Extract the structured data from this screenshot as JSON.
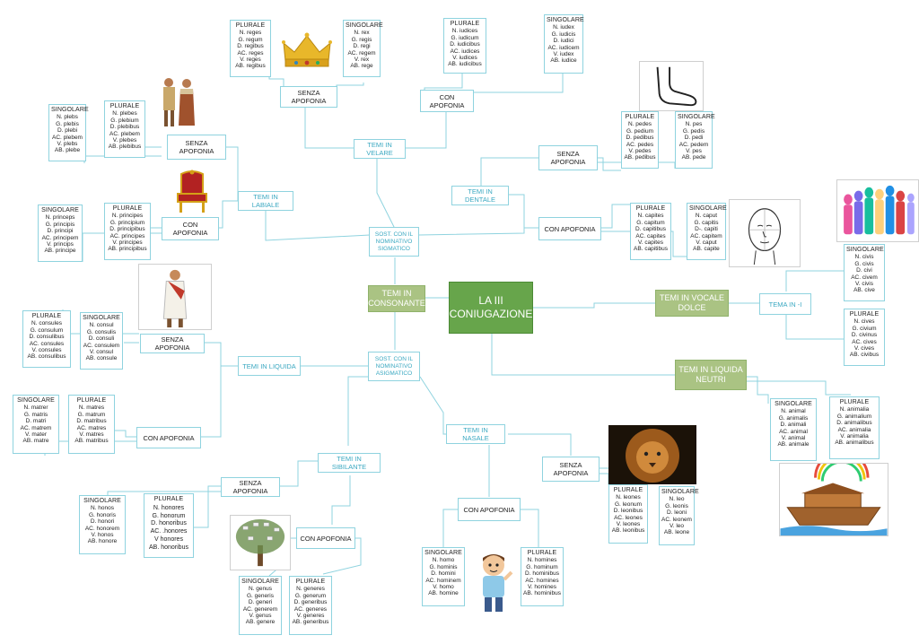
{
  "center": "LA III CONIUGAZIONE",
  "groups": {
    "consonante": "TEMI IN CONSONANTE",
    "vocale": "TEMI IN VOCALE DOLCE",
    "liquida_neutri": "TEMI IN LIQUIDA NEUTRI"
  },
  "branches": {
    "sigmatico": "SOST. CON IL NOMINATIVO SIGMATICO",
    "asigmatico": "SOST. CON IL NOMINATIVO ASIGMATICO",
    "velare": "TEMI IN VELARE",
    "labiale": "TEMI IN LABIALE",
    "dentale": "TEMI IN DENTALE",
    "liquida": "TEMI IN LIQUIDA",
    "sibilante": "TEMI IN SIBILANTE",
    "nasale": "TEMI IN NASALE",
    "temi_i": "TEMA IN -I"
  },
  "labels": {
    "senza_apofonia": "SENZA APOFONIA",
    "con_apofonia": "CON APOFONIA"
  },
  "tables": {
    "reges": {
      "head": "PLURALE",
      "rows": [
        "N.   reges",
        "G.   regum",
        "D.   regibus",
        "AC.   reges",
        "V.   reges",
        "AB.   regibus"
      ]
    },
    "rex": {
      "head": "SINGOLARE",
      "rows": [
        "N.   rex",
        "G.   regis",
        "D.   regi",
        "AC.   regem",
        "V.   rex",
        "AB.   rege"
      ]
    },
    "iudices": {
      "head": "PLURALE",
      "rows": [
        "N.   iudices",
        "G.   iudicum",
        "D.   iudicibus",
        "AC.   iudices",
        "V.   iudices",
        "AB.   iudicibus"
      ]
    },
    "iudex": {
      "head": "SINGOLARE",
      "rows": [
        "N.   iudex",
        "G.   iudicis",
        "D.   iudici",
        "AC.   iudicem",
        "V.   iudex",
        "AB.   iudice"
      ]
    },
    "plebs": {
      "head": "SINGOLARE",
      "rows": [
        "N.   plebs",
        "G.   plebis",
        "D.   plebi",
        "AC.   plebem",
        "V.   plebs",
        "AB.   plebe"
      ]
    },
    "plebes": {
      "head": "PLURALE",
      "rows": [
        "N.   plebes",
        "G.   plebium",
        "D.   plebibus",
        "AC.   plebem",
        "V.   plebes",
        "AB.   plebibus"
      ]
    },
    "princeps": {
      "head": "SINGOLARE",
      "rows": [
        "N.   princeps",
        "G.   principis",
        "D.   principi",
        "AC.   principem",
        "V.   princips",
        "AB.   principe"
      ]
    },
    "principes": {
      "head": "PLURALE",
      "rows": [
        "N.   principes",
        "G.   principium",
        "D.   principibus",
        "AC.   principes",
        "V.   principes",
        "AB.   principibus"
      ]
    },
    "pedes": {
      "head": "PLURALE",
      "rows": [
        "N.   pedes",
        "G.   pedium",
        "D.   pedibus",
        "AC.   pedes",
        "V.   pedes",
        "AB.   pedibus"
      ]
    },
    "pes": {
      "head": "SINGOLARE",
      "rows": [
        "N.   pes",
        "G.   pedis",
        "D.   pedi",
        "AC.   pedem",
        "V.   pes",
        "AB.   pede"
      ]
    },
    "capites": {
      "head": "PLURALE",
      "rows": [
        "N.   capites",
        "G.   capitum",
        "D.   capitibus",
        "AC.   capites",
        "V.   capites",
        "AB.   capitibus"
      ]
    },
    "caput": {
      "head": "SINGOLARE",
      "rows": [
        "N.   caput",
        "G.   capitis",
        "D-.   capiti",
        "AC.   capitem",
        "V.   caput",
        "AB.   capite"
      ]
    },
    "civis": {
      "head": "SINGOLARE",
      "rows": [
        "N.   civis",
        "G.   civis",
        "D.   civi",
        "AC.   civem",
        "V.   civis",
        "AB.   cive"
      ]
    },
    "cives": {
      "head": "PLURALE",
      "rows": [
        "N.   cives",
        "G.   civium",
        "D.   civinus",
        "AC.   cives",
        "V.   cives",
        "AB.   civibus"
      ]
    },
    "consules": {
      "head": "PLURALE",
      "rows": [
        "N.   consules",
        "G.   consulum",
        "D.   consulibus",
        "AC.   consules",
        "V.   consules",
        "AB.   consulibus"
      ]
    },
    "consul": {
      "head": "SINGOLARE",
      "rows": [
        "N.   consul",
        "G.   consulis",
        "D.   consuli",
        "AC.   consulem",
        "V.   consul",
        "AB.   consule"
      ]
    },
    "animal": {
      "head": "SINGOLARE",
      "rows": [
        "N.   animal",
        "G.   animalis",
        "D.   animali",
        "AC.   animal",
        "V.   animal",
        "AB.   animale"
      ]
    },
    "animalia": {
      "head": "PLURALE",
      "rows": [
        "N.   animalia",
        "G.   animalium",
        "D.   animalibus",
        "AC.   animalia",
        "V.   animalia",
        "AB.   animalibus"
      ]
    },
    "mater": {
      "head": "SINGOLARE",
      "rows": [
        "N.   matrer",
        "G.   matris",
        "D.   matri",
        "AC.   matrem",
        "V.   mater",
        "AB.   matre"
      ]
    },
    "matres": {
      "head": "PLURALE",
      "rows": [
        "N.   matres",
        "G.   matrum",
        "D.   matribus",
        "AC.   matres",
        "V.   matres",
        "AB.   matribus"
      ]
    },
    "honos": {
      "head": "SINGOLARE",
      "rows": [
        "N.   honos",
        "G.   honoris",
        "D.   honori",
        "AC.   honorem",
        "V.   honos",
        "AB.   honore"
      ]
    },
    "honores": {
      "head": "PLURALE",
      "rows": [
        "N.   honores",
        "G.   honorum",
        "D.   honoribus",
        "AC.   .honores",
        "V   honores",
        "AB.   honoribus"
      ]
    },
    "genus": {
      "head": "SINGOLARE",
      "rows": [
        "N.   genus",
        "G.   generis",
        "D.   generi",
        "AC.   generem",
        "V.   genus",
        "AB.   genere"
      ]
    },
    "generes": {
      "head": "PLURALE",
      "rows": [
        "N.   generes",
        "G.   generum",
        "D.   generibus",
        "AC.   generes",
        "V.   generes",
        "AB.   generibus"
      ]
    },
    "leones": {
      "head": "PLURALE",
      "rows": [
        "N.   leones",
        "G.   leonum",
        "D.   leonibus",
        "AC.   leones",
        "V.   leones",
        "AB.   leonibus"
      ]
    },
    "leo": {
      "head": "SINGOLARE",
      "rows": [
        "N.   leo",
        "G.   leonis",
        "D.   leoni",
        "AC.   leonem",
        "V.   leo",
        "AB.   leone"
      ]
    },
    "homo": {
      "head": "SINGOLARE",
      "rows": [
        "N.   homo",
        "G.   hominis",
        "D.   homini",
        "AC.   hominem",
        "V.   homo",
        "AB.   homine"
      ]
    },
    "homines": {
      "head": "PLURALE",
      "rows": [
        "N.   homines",
        "G.   hominum",
        "D.   hominibus",
        "AC.   homines",
        "V.   homines",
        "AB.   hominibus"
      ]
    }
  },
  "colors": {
    "accent": "#3aa8c1",
    "border": "#8fd3df",
    "center": "#67a54b",
    "group": "#aac383"
  },
  "images": [
    "crown-image",
    "foot-image",
    "plebeians-image",
    "throne-image",
    "head-drawing-image",
    "people-silhouettes-image",
    "consul-image",
    "lion-image",
    "noah-ark-image",
    "family-tree-image",
    "cartoon-man-image"
  ]
}
